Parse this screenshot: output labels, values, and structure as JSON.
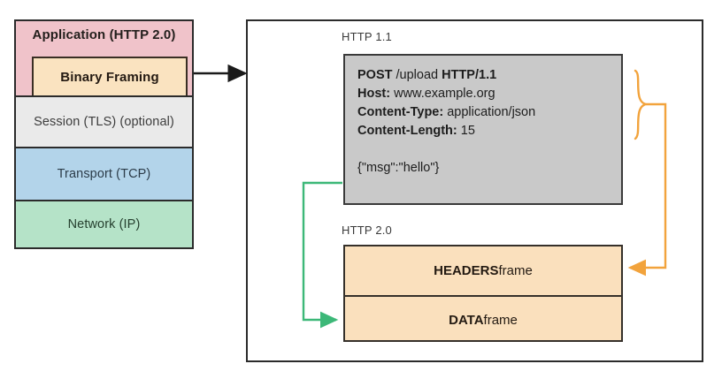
{
  "stack": {
    "layers": [
      {
        "label": "Application (HTTP 2.0)",
        "color": "#f0c3ca"
      },
      {
        "label": "Session (TLS) (optional)",
        "color": "#eaeaea"
      },
      {
        "label": "Transport (TCP)",
        "color": "#b3d4ea"
      },
      {
        "label": "Network (IP)",
        "color": "#b5e3c8"
      }
    ],
    "binary_framing_label": "Binary Framing"
  },
  "panel": {
    "http11_label": "HTTP 1.1",
    "http20_label": "HTTP 2.0",
    "message": {
      "request_line": {
        "method": "POST",
        "path": " /upload ",
        "version": "HTTP/1.1"
      },
      "headers": [
        {
          "name": "Host:",
          "value": " www.example.org"
        },
        {
          "name": "Content-Type:",
          "value": " application/json"
        },
        {
          "name": "Content-Length:",
          "value": " 15"
        }
      ],
      "body": "{\"msg\":\"hello\"}"
    },
    "frames": [
      {
        "name": "HEADERS",
        "suffix": " frame"
      },
      {
        "name": "DATA",
        "suffix": " frame"
      }
    ]
  },
  "colors": {
    "headers_connector": "#f2a33c",
    "body_connector": "#3cb878",
    "stack_arrow": "#1a1a1a",
    "frame_fill": "#fae0bd",
    "message_fill": "#c9c9c9"
  }
}
